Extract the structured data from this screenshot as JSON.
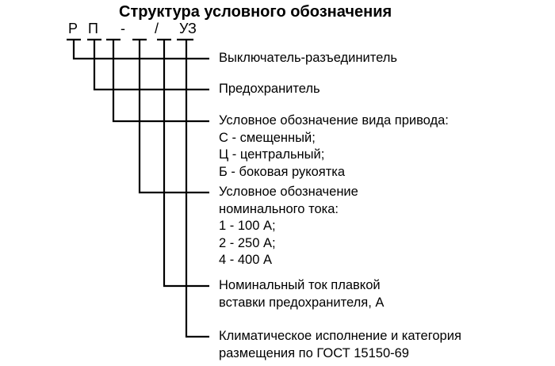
{
  "title": "Структура условного обозначения",
  "code": {
    "chars": [
      "Р",
      "П",
      "-",
      "/",
      "УЗ"
    ]
  },
  "items": [
    {
      "lines": [
        "Выключатель-разъединитель"
      ]
    },
    {
      "lines": [
        "Предохранитель"
      ]
    },
    {
      "lines": [
        "Условное обозначение вида привода:",
        "С - смещенный;",
        "Ц - центральный;",
        "Б - боковая рукоятка"
      ]
    },
    {
      "lines": [
        "Условное обозначение",
        "номинального тока:",
        "1 - 100 А;",
        "2 - 250 А;",
        "4 - 400 А"
      ]
    },
    {
      "lines": [
        "Номинальный ток плавкой",
        "вставки предохранителя, А"
      ]
    },
    {
      "lines": [
        "Климатическое исполнение и категория",
        "размещения по ГОСТ 15150-69"
      ]
    }
  ]
}
